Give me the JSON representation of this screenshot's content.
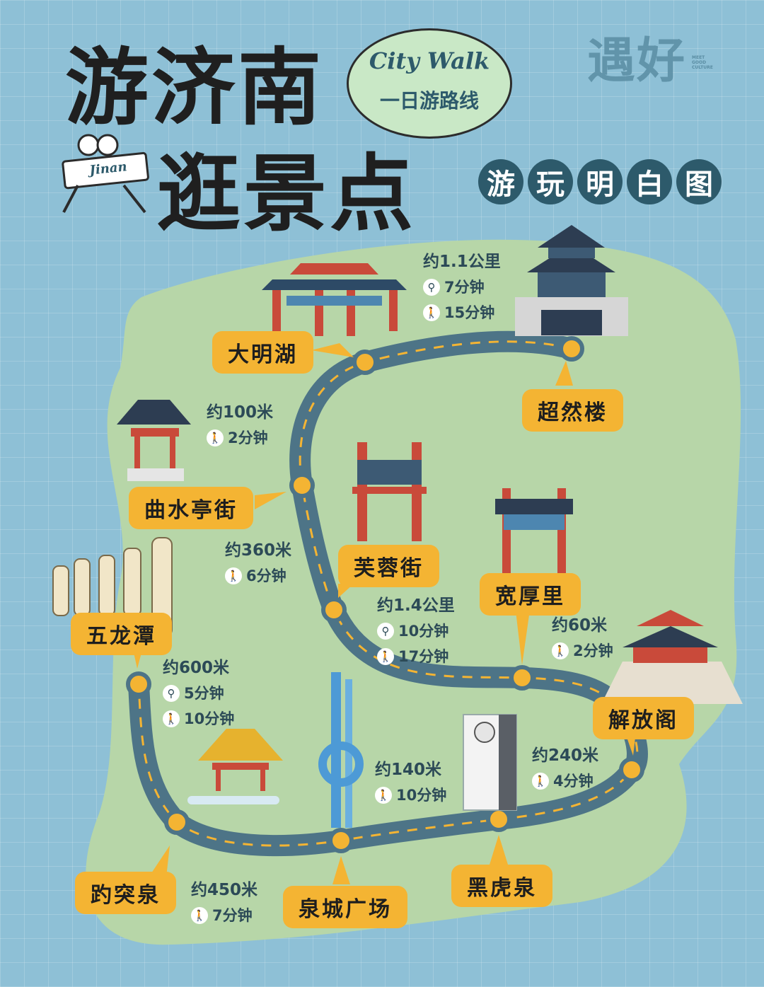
{
  "header": {
    "title_line1": "游济南",
    "title_line2": "逛景点",
    "bubble_en": "City Walk",
    "bubble_cn": "一日游路线",
    "mascot_tag": "Jinan",
    "brand": "遇好",
    "brand_sub": "MEET GOOD CULTURE",
    "subtitle_chars": [
      "游",
      "玩",
      "明",
      "白",
      "图"
    ]
  },
  "stops": {
    "damin_lake": "大明湖",
    "chaoran_tower": "超然楼",
    "qushuiting": "曲水亭街",
    "furong": "芙蓉街",
    "kuanhouli": "宽厚里",
    "wulongtan": "五龙潭",
    "jiefangge": "解放阁",
    "baotu": "趵突泉",
    "quancheng": "泉城广场",
    "heihu": "黑虎泉"
  },
  "segments": {
    "s1": {
      "dist": "约1.1公里",
      "bike": "7分钟",
      "walk": "15分钟"
    },
    "s2": {
      "dist": "约100米",
      "walk": "2分钟"
    },
    "s3": {
      "dist": "约360米",
      "walk": "6分钟"
    },
    "s4": {
      "dist": "约1.4公里",
      "bike": "10分钟",
      "walk": "17分钟"
    },
    "s5": {
      "dist": "约60米",
      "walk": "2分钟"
    },
    "s6": {
      "dist": "约600米",
      "bike": "5分钟",
      "walk": "10分钟"
    },
    "s7": {
      "dist": "约140米",
      "walk": "10分钟"
    },
    "s8": {
      "dist": "约240米",
      "walk": "4分钟"
    },
    "s9": {
      "dist": "约450米",
      "walk": "7分钟"
    }
  },
  "icons": {
    "bike": "bicycle-icon",
    "walk": "walking-person-icon"
  },
  "colors": {
    "sea": "#8ec0d6",
    "land": "#b7d6a8",
    "road": "#4d7487",
    "label": "#f4b433",
    "text": "#2c4a57"
  }
}
